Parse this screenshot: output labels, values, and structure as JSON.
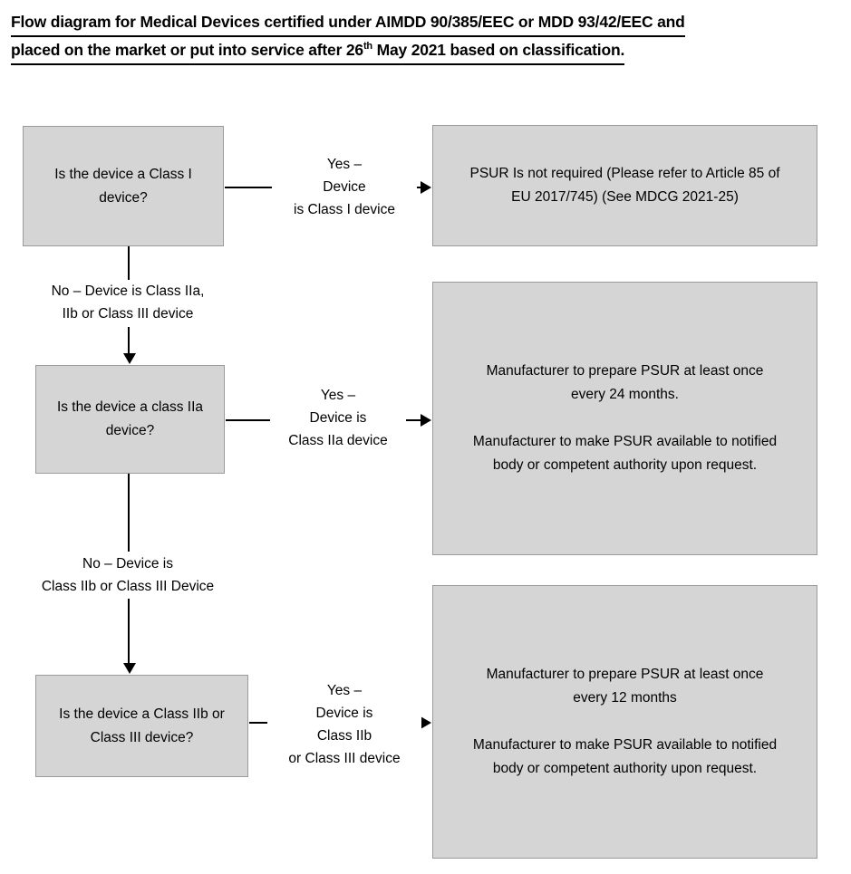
{
  "title": {
    "line1": "Flow diagram for Medical Devices certified under AIMDD 90/385/EEC or MDD 93/42/EEC and",
    "line2_before": "placed on the market or put into service after 26",
    "line2_sup": "th",
    "line2_after": " May 2021 based on classification."
  },
  "decisions": [
    {
      "id": "decision-1",
      "line1": "Is the device a Class I",
      "line2": "device?"
    },
    {
      "id": "decision-2",
      "line1": "Is the device a class IIa",
      "line2": "device?"
    },
    {
      "id": "decision-3",
      "line1": "Is the device a Class IIb or",
      "line2": "Class III device?"
    }
  ],
  "outcomes": [
    {
      "id": "outcome-1",
      "para1_line1": "PSUR Is not required (Please refer to Article 85 of",
      "para1_line2": "EU 2017/745)  (See MDCG 2021-25)"
    },
    {
      "id": "outcome-2",
      "para1_line1": "Manufacturer to prepare PSUR at least once",
      "para1_line2": "every 24 months.",
      "para2_line1": "Manufacturer to make PSUR available to notified",
      "para2_line2": "body or competent authority upon request."
    },
    {
      "id": "outcome-3",
      "para1_line1": "Manufacturer to prepare PSUR at least once",
      "para1_line2": "every 12 months",
      "para2_line1": "Manufacturer to make PSUR available to notified",
      "para2_line2": "body or competent authority upon request."
    }
  ],
  "labels": {
    "yes_1": {
      "line1": "Yes –",
      "line2": "Device",
      "line3": "is Class I device"
    },
    "yes_2": {
      "line1": "Yes –",
      "line2": "Device is",
      "line3": "Class IIa device"
    },
    "yes_3": {
      "line1": "Yes –",
      "line2": "Device is",
      "line3": "Class IIb",
      "line4": "or Class III device"
    },
    "no_1": {
      "line1": "No – Device is Class IIa,",
      "line2": "IIb or Class III device"
    },
    "no_2": {
      "line1": "No – Device is",
      "line2": "Class IIb or Class III Device"
    }
  },
  "colors": {
    "box_fill": "#d5d5d5",
    "box_border": "#9a9a9a",
    "line": "#000000",
    "text": "#000000",
    "background": "#ffffff"
  }
}
